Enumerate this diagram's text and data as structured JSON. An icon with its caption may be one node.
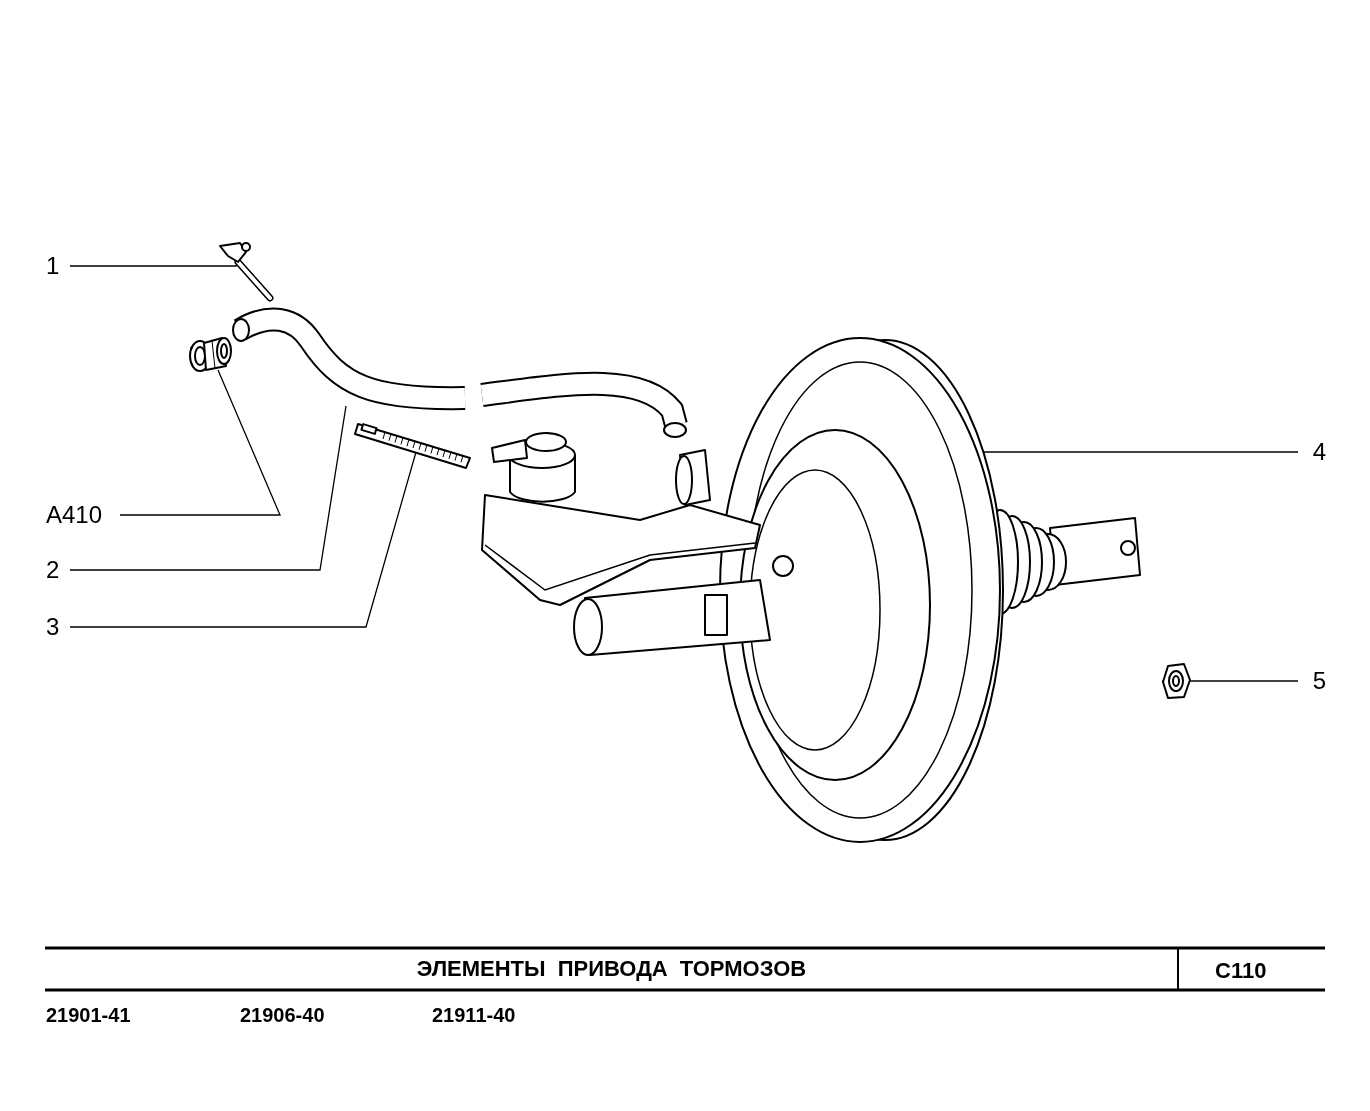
{
  "diagram": {
    "title": "ЭЛЕМЕНТЫ ПРИВОДА ТОРМОЗОВ",
    "nodes": [
      {
        "text": [
          "1"
        ]
      },
      {
        "text": [],
        "shape": "picture"
      },
      {
        "text": [
          "A410"
        ]
      },
      {
        "text": [],
        "shape": "picture"
      },
      {
        "text": [
          "2"
        ]
      },
      {
        "text": [],
        "shape": "picture"
      },
      {
        "text": [
          "3"
        ]
      },
      {
        "text": [],
        "shape": "picture"
      },
      {
        "text": [
          "4"
        ]
      },
      {
        "text": [],
        "shape": "picture"
      },
      {
        "text": [
          "5"
        ]
      },
      {
        "text": [],
        "shape": "picture"
      }
    ],
    "edges": [
      {
        "from": 0,
        "to": 1,
        "arrow": "none"
      },
      {
        "from": 2,
        "to": 3,
        "arrow": "none"
      },
      {
        "from": 4,
        "to": 5,
        "arrow": "none"
      },
      {
        "from": 6,
        "to": 7,
        "arrow": "none"
      },
      {
        "from": 8,
        "to": 9,
        "arrow": "none"
      },
      {
        "from": 10,
        "to": 11,
        "arrow": "none"
      }
    ],
    "labels": [
      "C110",
      "21901-41",
      "21906-40",
      "21911-40"
    ]
  }
}
